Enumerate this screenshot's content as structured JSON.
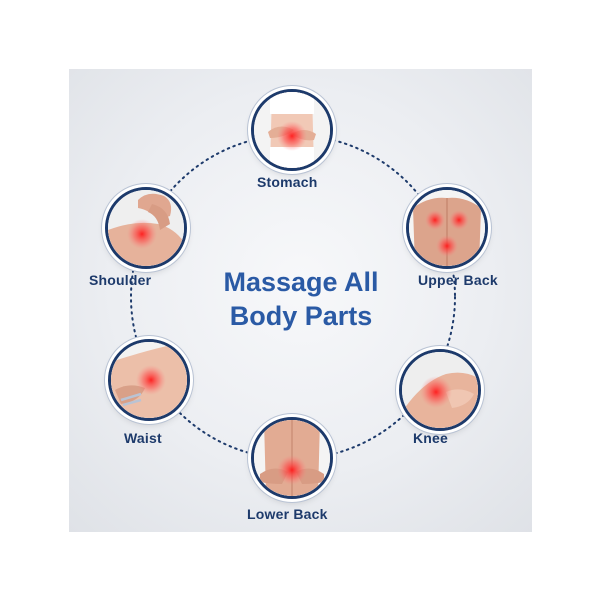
{
  "headline": {
    "line1": "Massage All",
    "line2": "Body Parts"
  },
  "body_parts": [
    {
      "label": "Stomach",
      "icon": "stomach-icon"
    },
    {
      "label": "Upper Back",
      "icon": "upper-back-icon"
    },
    {
      "label": "Knee",
      "icon": "knee-icon"
    },
    {
      "label": "Lower Back",
      "icon": "lower-back-icon"
    },
    {
      "label": "Waist",
      "icon": "waist-icon"
    },
    {
      "label": "Shoulder",
      "icon": "shoulder-icon"
    }
  ],
  "colors": {
    "headline": "#2a5aa5",
    "label": "#1d3a6b",
    "badge_border": "#1d3a6b",
    "pain_spot": "#e8202a",
    "skin": "#e9b8a1"
  }
}
